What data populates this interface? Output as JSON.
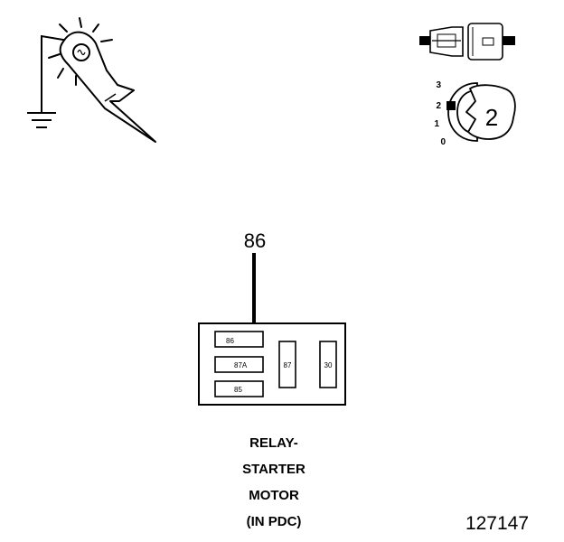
{
  "test_light_icon": "test-light-probe",
  "ignition_key_icon": "ignition-key",
  "ignition_positions": [
    "3",
    "2",
    "1",
    "0"
  ],
  "ignition_key_position": "2",
  "pointer_label": "86",
  "relay_block": {
    "terminals_left": [
      "86",
      "87A",
      "85"
    ],
    "terminals_right": [
      "87",
      "30"
    ]
  },
  "caption": [
    "RELAY-",
    "STARTER",
    "MOTOR",
    "(IN PDC)"
  ],
  "figure_number": "127147"
}
